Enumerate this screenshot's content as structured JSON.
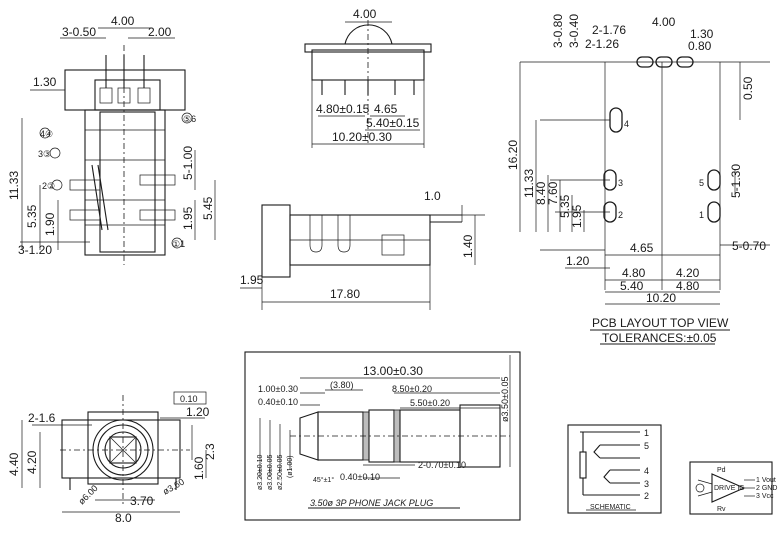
{
  "views": {
    "front": {
      "dims": [
        "4.00",
        "3-0.50",
        "2.00",
        "1.30",
        "11.33",
        "4④",
        "3③",
        "2②",
        "5.35",
        "1.90",
        "3-1.20",
        "⑤6",
        "5-1.00",
        "1.95",
        "5.45",
        "①1"
      ]
    },
    "top": {
      "dims": [
        "4.00",
        "4.80±0.15",
        "4.65",
        "5.40±0.15",
        "10.20±0.30"
      ]
    },
    "side": {
      "dims": [
        "1.0",
        "1.40",
        "1.95",
        "17.80"
      ]
    },
    "pcb": {
      "dims": [
        "3-0.80",
        "3-0.40",
        "2-1.76",
        "4.00",
        "1.30",
        "2-1.26",
        "0.80",
        "0.50",
        "16.20",
        "11.33",
        "8.40",
        "7.60",
        "5.35",
        "1.95",
        "4",
        "3",
        "2",
        "5",
        "1",
        "5-1.30",
        "4.65",
        "5-0.70",
        "1.20",
        "4.80",
        "4.20",
        "5.40",
        "4.80",
        "10.20"
      ],
      "title": "PCB LAYOUT TOP VIEW",
      "tolerance": "TOLERANCES:±0.05"
    },
    "bottom_front": {
      "dims": [
        "0.10",
        "2-1.6",
        "1.20",
        "4.40",
        "4.20",
        "2.3",
        "1.60",
        "ø6.00",
        "3.70",
        "ø3.60",
        "8.0"
      ]
    },
    "plug": {
      "dims": [
        "13.00±0.30",
        "1.00±0.30",
        "(3.80)",
        "8.50±0.20",
        "0.40±0.10",
        "5.50±0.20",
        "ø3.50±0.05",
        "ø3.20±0.10",
        "ø3.00±0.05",
        "ø2.50±0.05",
        "(ø1.00)",
        "45°±1°",
        "0.40±0.10",
        "2-0.70±0.10"
      ],
      "caption": "3.50ø 3P PHONE JACK PLUG"
    },
    "schematic": {
      "pins": [
        "1",
        "5",
        "4",
        "3",
        "2"
      ],
      "caption": "SCHEMATIC"
    },
    "circuit": {
      "labels": [
        "Pd",
        "1 Vout",
        "2 GND",
        "3 Vcc",
        "DRIVE IC",
        "Rv"
      ]
    }
  }
}
